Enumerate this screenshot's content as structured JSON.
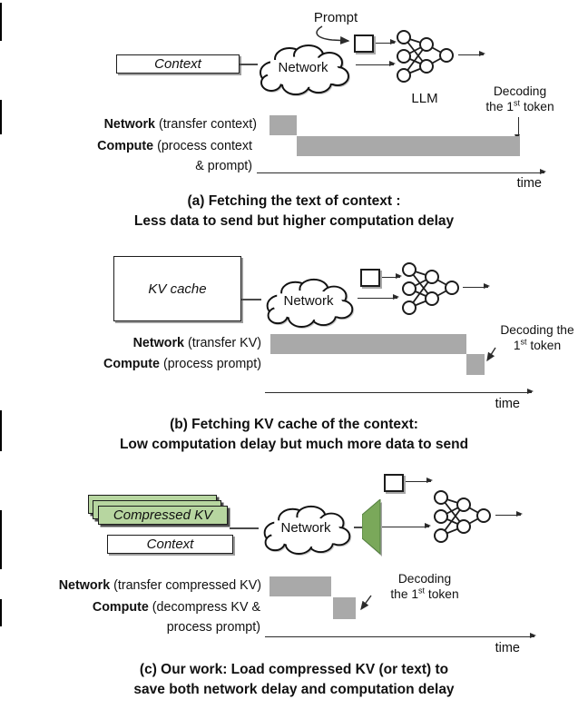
{
  "colors": {
    "bar_gray": "#a9a9a9",
    "kv_light_green": "#b7d6a0",
    "decompressor_green": "#7aa85a"
  },
  "panel_a": {
    "prompt_label": "Prompt",
    "context_label": "Context",
    "cloud_label": "Network",
    "llm_label": "LLM",
    "decoding": {
      "line1": "Decoding",
      "line2_pre": "the 1",
      "sup": "st",
      "line2_post": " token"
    },
    "rows": {
      "network_bold": "Network",
      "network_rest": " (transfer context)",
      "compute_bold": "Compute",
      "compute_rest": " (process context",
      "compute_rest2": "& prompt)"
    },
    "bars": {
      "network": {
        "start_frac": 0.04,
        "end_frac": 0.14
      },
      "compute": {
        "start_frac": 0.14,
        "end_frac": 0.91
      }
    },
    "time_label": "time",
    "caption1": "(a) Fetching the text of context :",
    "caption2": "Less data to send but higher computation delay"
  },
  "panel_b": {
    "kv_label": "KV cache",
    "cloud_label": "Network",
    "decoding": {
      "line1": "Decoding the",
      "line2_pre": "1",
      "sup": "st",
      "line2_post": " token"
    },
    "rows": {
      "network_bold": "Network",
      "network_rest": " (transfer KV)",
      "compute_bold": "Compute",
      "compute_rest": " (process prompt)"
    },
    "bars": {
      "network": {
        "start_frac": 0.02,
        "end_frac": 0.76
      },
      "compute": {
        "start_frac": 0.76,
        "end_frac": 0.82
      }
    },
    "time_label": "time",
    "caption1": "(b) Fetching KV cache of the context:",
    "caption2": "Low computation delay but much more data to send"
  },
  "panel_c": {
    "compressed_label": "Compressed KV",
    "context_label": "Context",
    "cloud_label": "Network",
    "decoding": {
      "line1": "Decoding",
      "line2_pre": "the 1",
      "sup": "st",
      "line2_post": " token"
    },
    "rows": {
      "network_bold": "Network",
      "network_rest": " (transfer compressed KV)",
      "compute_bold": "Compute",
      "compute_rest": " (decompress KV &",
      "compute_rest2": "process prompt)"
    },
    "bars": {
      "network": {
        "start_frac": 0.02,
        "end_frac": 0.25
      },
      "compute": {
        "start_frac": 0.25,
        "end_frac": 0.34
      }
    },
    "time_label": "time",
    "caption1": "(c) Our work: Load compressed KV (or text) to",
    "caption2": "save both network delay and computation delay"
  }
}
